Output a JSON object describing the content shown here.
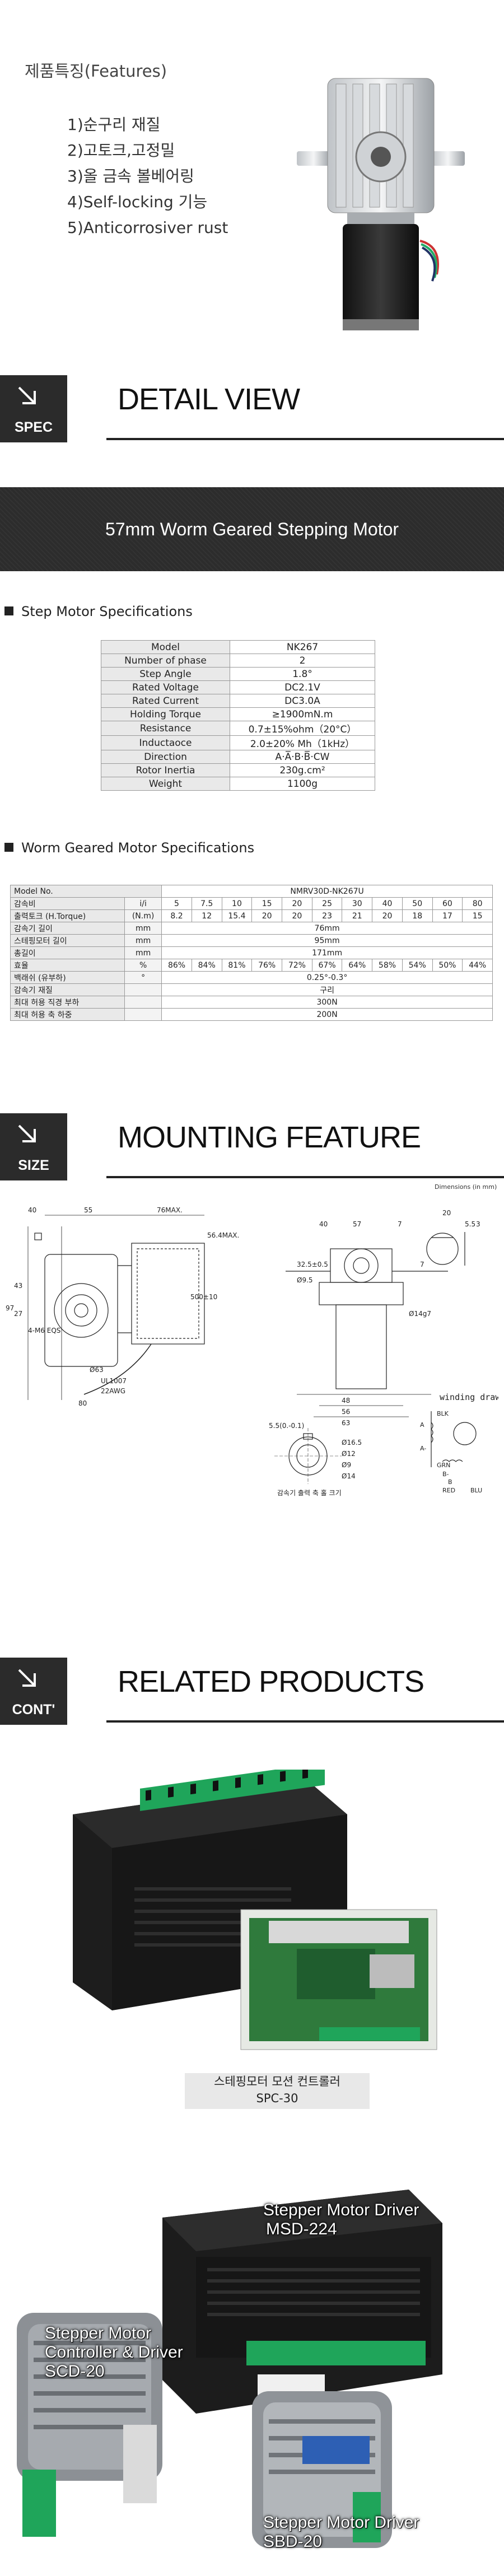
{
  "features": {
    "title": "제품특징(Features)",
    "items": [
      "1)순구리 재질",
      "2)고토크,고정밀",
      "3)올 금속 볼베어링",
      "4)Self-locking 기능",
      "5)Anticorrosiver rust"
    ]
  },
  "sections": {
    "spec": {
      "badge": "SPEC",
      "title": "DETAIL VIEW"
    },
    "size": {
      "badge": "SIZE",
      "title": "MOUNTING FEATURE"
    },
    "cont": {
      "badge": "CONT'",
      "title": "RELATED PRODUCTS"
    }
  },
  "detail_header": "57mm Worm Geared Stepping Motor",
  "step_spec": {
    "caption": "Step Motor Specifications",
    "rows": [
      [
        "Model",
        "NK267"
      ],
      [
        "Number of phase",
        "2"
      ],
      [
        "Step Angle",
        "1.8°"
      ],
      [
        "Rated Voltage",
        "DC2.1V"
      ],
      [
        "Rated Current",
        "DC3.0A"
      ],
      [
        "Holding Torque",
        "≥1900mN.m"
      ],
      [
        "Resistance",
        "0.7±15%ohm（20°C）"
      ],
      [
        "Inductaoce",
        "2.0±20% Mh（1kHz）"
      ],
      [
        "Direction",
        "A·A̅·B·B̅·CW"
      ],
      [
        "Rotor Inertia",
        "230g.cm²"
      ],
      [
        "Weight",
        "1100g"
      ]
    ]
  },
  "worm_spec": {
    "caption": "Worm Geared Motor Specifications",
    "model_label": "Model No.",
    "model_value": "NMRV30D-NK267U",
    "ratio_label": "감속비",
    "ratio_unit": "i/i",
    "ratios": [
      "5",
      "7.5",
      "10",
      "15",
      "20",
      "25",
      "30",
      "40",
      "50",
      "60",
      "80"
    ],
    "torque_label": "출력토크 (H.Torque)",
    "torque_unit": "(N.m)",
    "torques": [
      "8.2",
      "12",
      "15.4",
      "20",
      "20",
      "23",
      "21",
      "20",
      "18",
      "17",
      "15"
    ],
    "rows_a": [
      [
        "감속기 길이",
        "mm",
        "76mm"
      ],
      [
        "스테핑모터 길이",
        "mm",
        "95mm"
      ],
      [
        "총길이",
        "mm",
        "171mm"
      ]
    ],
    "eff_label": "효율",
    "eff_unit": "%",
    "effs": [
      "86%",
      "84%",
      "81%",
      "76%",
      "72%",
      "67%",
      "64%",
      "58%",
      "54%",
      "50%",
      "44%"
    ],
    "rows_b": [
      [
        "백래쉬 (유부하)",
        "°",
        "0.25°-0.3°"
      ],
      [
        "감속기 재질",
        "",
        "구리"
      ],
      [
        "최대 허용 직경 부하",
        "",
        "300N"
      ],
      [
        "최대 허용 축 하중",
        "",
        "200N"
      ]
    ]
  },
  "mounting": {
    "dimensions_note": "Dimensions (in mm)",
    "dims": [
      "40",
      "55",
      "76MAX.",
      "4-M6 EQS",
      "56.4MAX.",
      "Ø63",
      "500±10",
      "UL1007",
      "22AWG",
      "43",
      "27",
      "80",
      "97",
      "40",
      "57",
      "7",
      "32.5±0.5",
      "Ø9.5",
      "48",
      "56",
      "63",
      "7",
      "Ø14g7",
      "20",
      "5.5",
      "3",
      "5.5(0.-0.1)",
      "Ø16.5",
      "Ø12",
      "Ø9",
      "Ø14"
    ],
    "winding_title": "winding drawing",
    "winding_labels": [
      "BLK",
      "A",
      "GRN",
      "A-",
      "B",
      "B-",
      "RED",
      "BLU"
    ],
    "shaft_note": "감속기 출력 축 홀 크기"
  },
  "related": {
    "product1": {
      "name_kr": "스테핑모터 모션 컨트롤러",
      "model": "SPC-30"
    },
    "product2": {
      "line1": "Stepper Motor Driver",
      "line2": "MSD-224"
    },
    "product3": {
      "line1": "Stepper Motor",
      "line2": "Controller & Driver",
      "line3": "SCD-20"
    },
    "product4": {
      "line1": "Stepper Motor Driver",
      "line2": "SBD-20"
    }
  },
  "colors": {
    "dark": "#2b2b2b",
    "header": "#2c2c2c",
    "terminal": "#1fa55a",
    "table_head": "#e9e9e9"
  }
}
